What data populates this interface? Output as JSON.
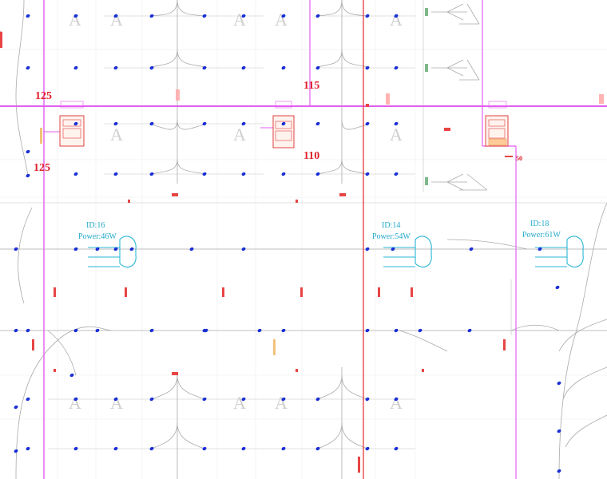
{
  "drawing": {
    "mains": {
      "n125_top": "125",
      "n125_bottom": "125",
      "n115": "115",
      "n110": "110",
      "n50": "50"
    },
    "sprinklers_heads": [
      {
        "id": "ID:16",
        "power": "Power:46W"
      },
      {
        "id": "ID:14",
        "power": "Power:54W"
      },
      {
        "id": "ID:18",
        "power": "Power:61W"
      }
    ],
    "colors": {
      "main_pipe": "#e25ef0",
      "red_line": "#e53b3b",
      "sprinkler": "#1a2fd6",
      "equipment": "#2ab6d4",
      "branch": "#aaaaaa"
    }
  }
}
